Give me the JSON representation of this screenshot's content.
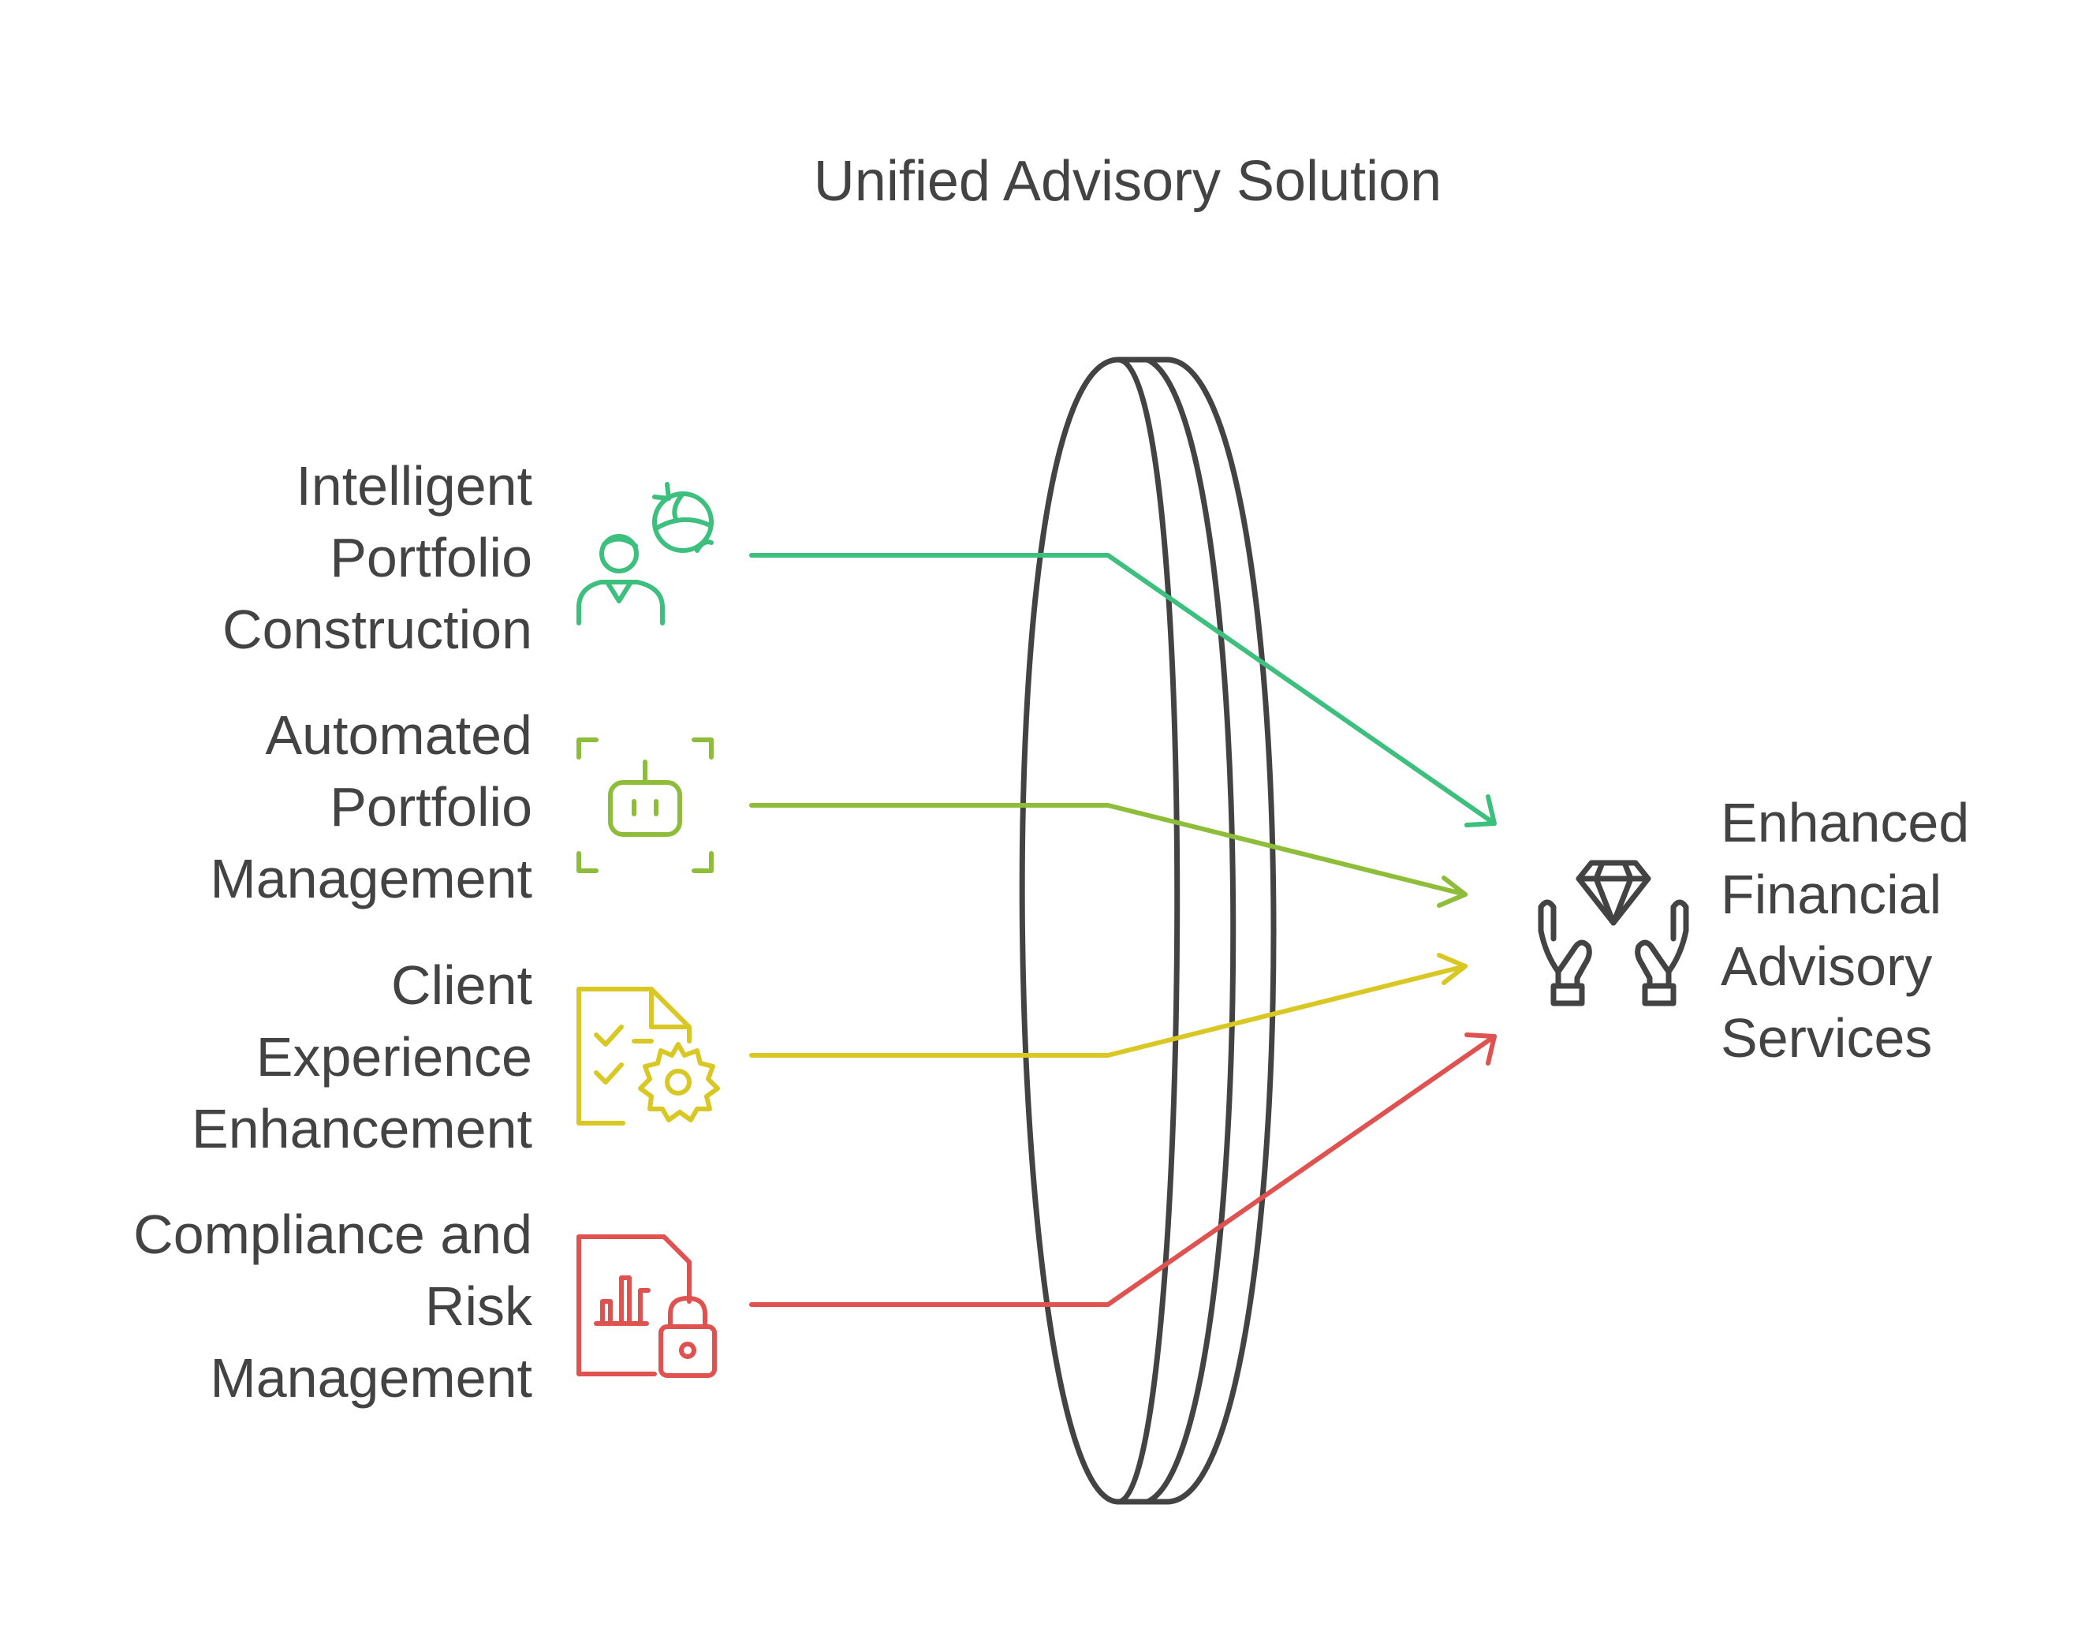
{
  "title": "Unified Advisory Solution",
  "inputs": [
    {
      "lines": [
        "Intelligent",
        "Portfolio",
        "Construction"
      ],
      "icon": "user-globe-icon",
      "color": "#3dbf7e"
    },
    {
      "lines": [
        "Automated",
        "Portfolio",
        "Management"
      ],
      "icon": "robot-frame-icon",
      "color": "#8ebd3a"
    },
    {
      "lines": [
        "Client",
        "Experience",
        "Enhancement"
      ],
      "icon": "checklist-gear-icon",
      "color": "#d9c824"
    },
    {
      "lines": [
        "Compliance and",
        "Risk",
        "Management"
      ],
      "icon": "chart-lock-document-icon",
      "color": "#e0524f"
    }
  ],
  "output": {
    "lines": [
      "Enhanced",
      "Financial",
      "Advisory",
      "Services"
    ],
    "icon": "hands-diamond-icon",
    "color": "#434343"
  },
  "lens_color": "#434343"
}
